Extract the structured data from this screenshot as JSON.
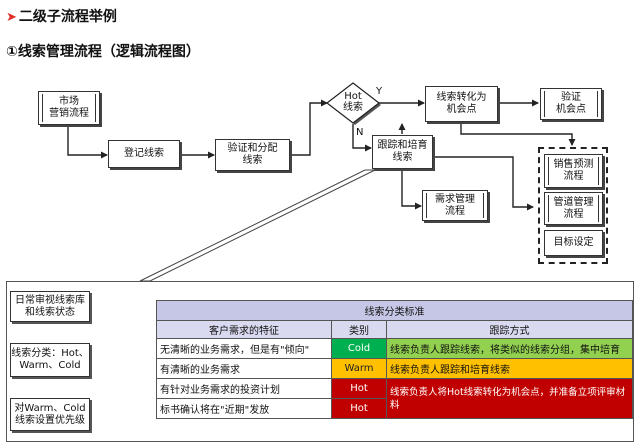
{
  "heading1": "二级子流程举例",
  "heading2": "①线索管理流程（逻辑流程图）",
  "nodes": {
    "market": "市场\n营销流程",
    "register": "登记线索",
    "verify_assign": "验证和分配\n线索",
    "hot_decision": "Hot\n线索",
    "convert": "线索转化为\n机会点",
    "verify_opp": "验证\n机会点",
    "track": "跟踪和培育\n线索",
    "demand": "需求管理\n流程",
    "forecast": "销售预测\n流程",
    "pipeline": "管道管理\n流程",
    "target": "目标设定"
  },
  "branch_labels": {
    "yes": "Y",
    "no": "N"
  },
  "panel": {
    "steps": [
      "日常审视线索库\n和线索状态",
      "线索分类：Hot、\nWarm、Cold",
      "对Warm、Cold\n线索设置优先级"
    ],
    "table": {
      "title": "线索分类标准",
      "headers": [
        "客户需求的特征",
        "类别",
        "跟踪方式"
      ],
      "rows": [
        {
          "feature": "无清晰的业务需求，但是有\"倾向\"",
          "category": "Cold",
          "action": "线索负责人跟踪线索，将类似的线索分组，集中培育"
        },
        {
          "feature": "有清晰的业务需求",
          "category": "Warm",
          "action": "线索负责人跟踪和培育线索"
        },
        {
          "feature": "有针对业务需求的投资计划",
          "category": "Hot",
          "action": "线索负责人将Hot线索转化为机会点，并准备立项评审材料"
        },
        {
          "feature": "标书确认将在\"近期\"发放",
          "category": "Hot",
          "action": ""
        }
      ]
    }
  }
}
